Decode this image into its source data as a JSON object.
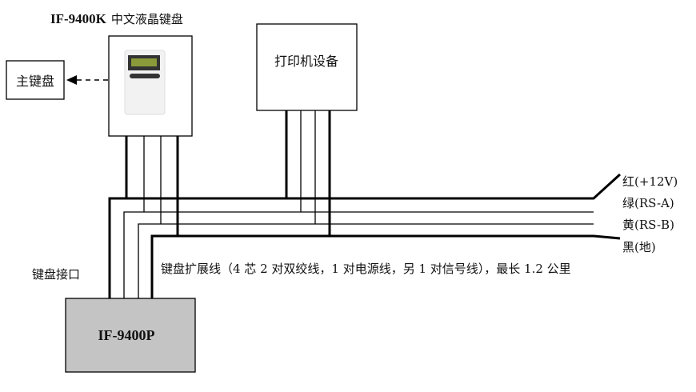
{
  "keypad": {
    "model": "IF-9400K",
    "desc": "中文液晶键盘"
  },
  "main_keyboard": "主键盘",
  "printer": "打印机设备",
  "panel": {
    "model": "IF-9400P",
    "port_label": "键盘接口"
  },
  "cable_note": "键盘扩展线（4 芯 2 对双绞线，1 对电源线，另 1 对信号线），最长 1.2 公里",
  "wires": [
    {
      "label": "红(+12V)"
    },
    {
      "label": "绿(RS-A)"
    },
    {
      "label": "黄(RS-B)"
    },
    {
      "label": "黑(地)"
    }
  ],
  "colors": {
    "panel_fill": "#c4c4c4",
    "lcd": "#8a9a3a"
  }
}
